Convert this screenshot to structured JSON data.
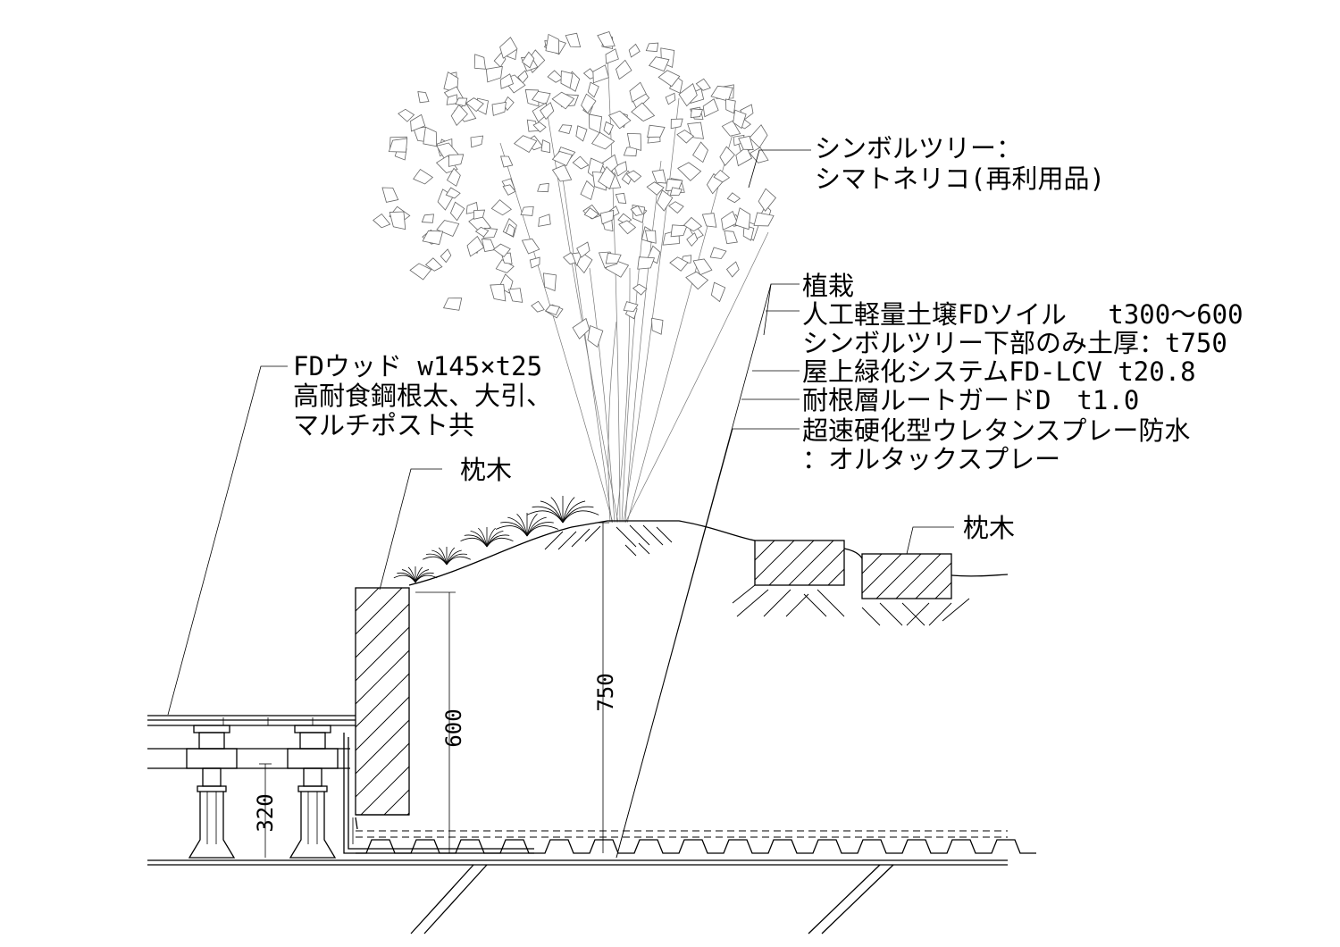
{
  "labels": {
    "symbol_tree_line1": "シンボルツリー：",
    "symbol_tree_line2": "シマトネリコ(再利用品)",
    "planting": "植栽",
    "soil": "人工軽量土壌FDソイル　 t300～600",
    "soil_depth": "シンボルツリー下部のみ土厚：t750",
    "greening_system": "屋上緑化システムFD-LCV t20.8",
    "root_guard": "耐根層ルートガードD　t1.0",
    "waterproof_line1": "超速硬化型ウレタンスプレー防水",
    "waterproof_line2": "：オルタックスプレー",
    "wood_line1": "FDウッド w145×t25",
    "wood_line2": "高耐食鋼根太、大引、",
    "wood_line3": "マルチポスト共",
    "sleeper_left": "枕木",
    "sleeper_right": "枕木"
  },
  "dimensions": {
    "deck_height": "320",
    "edge_soil": "600",
    "tree_soil": "750"
  }
}
